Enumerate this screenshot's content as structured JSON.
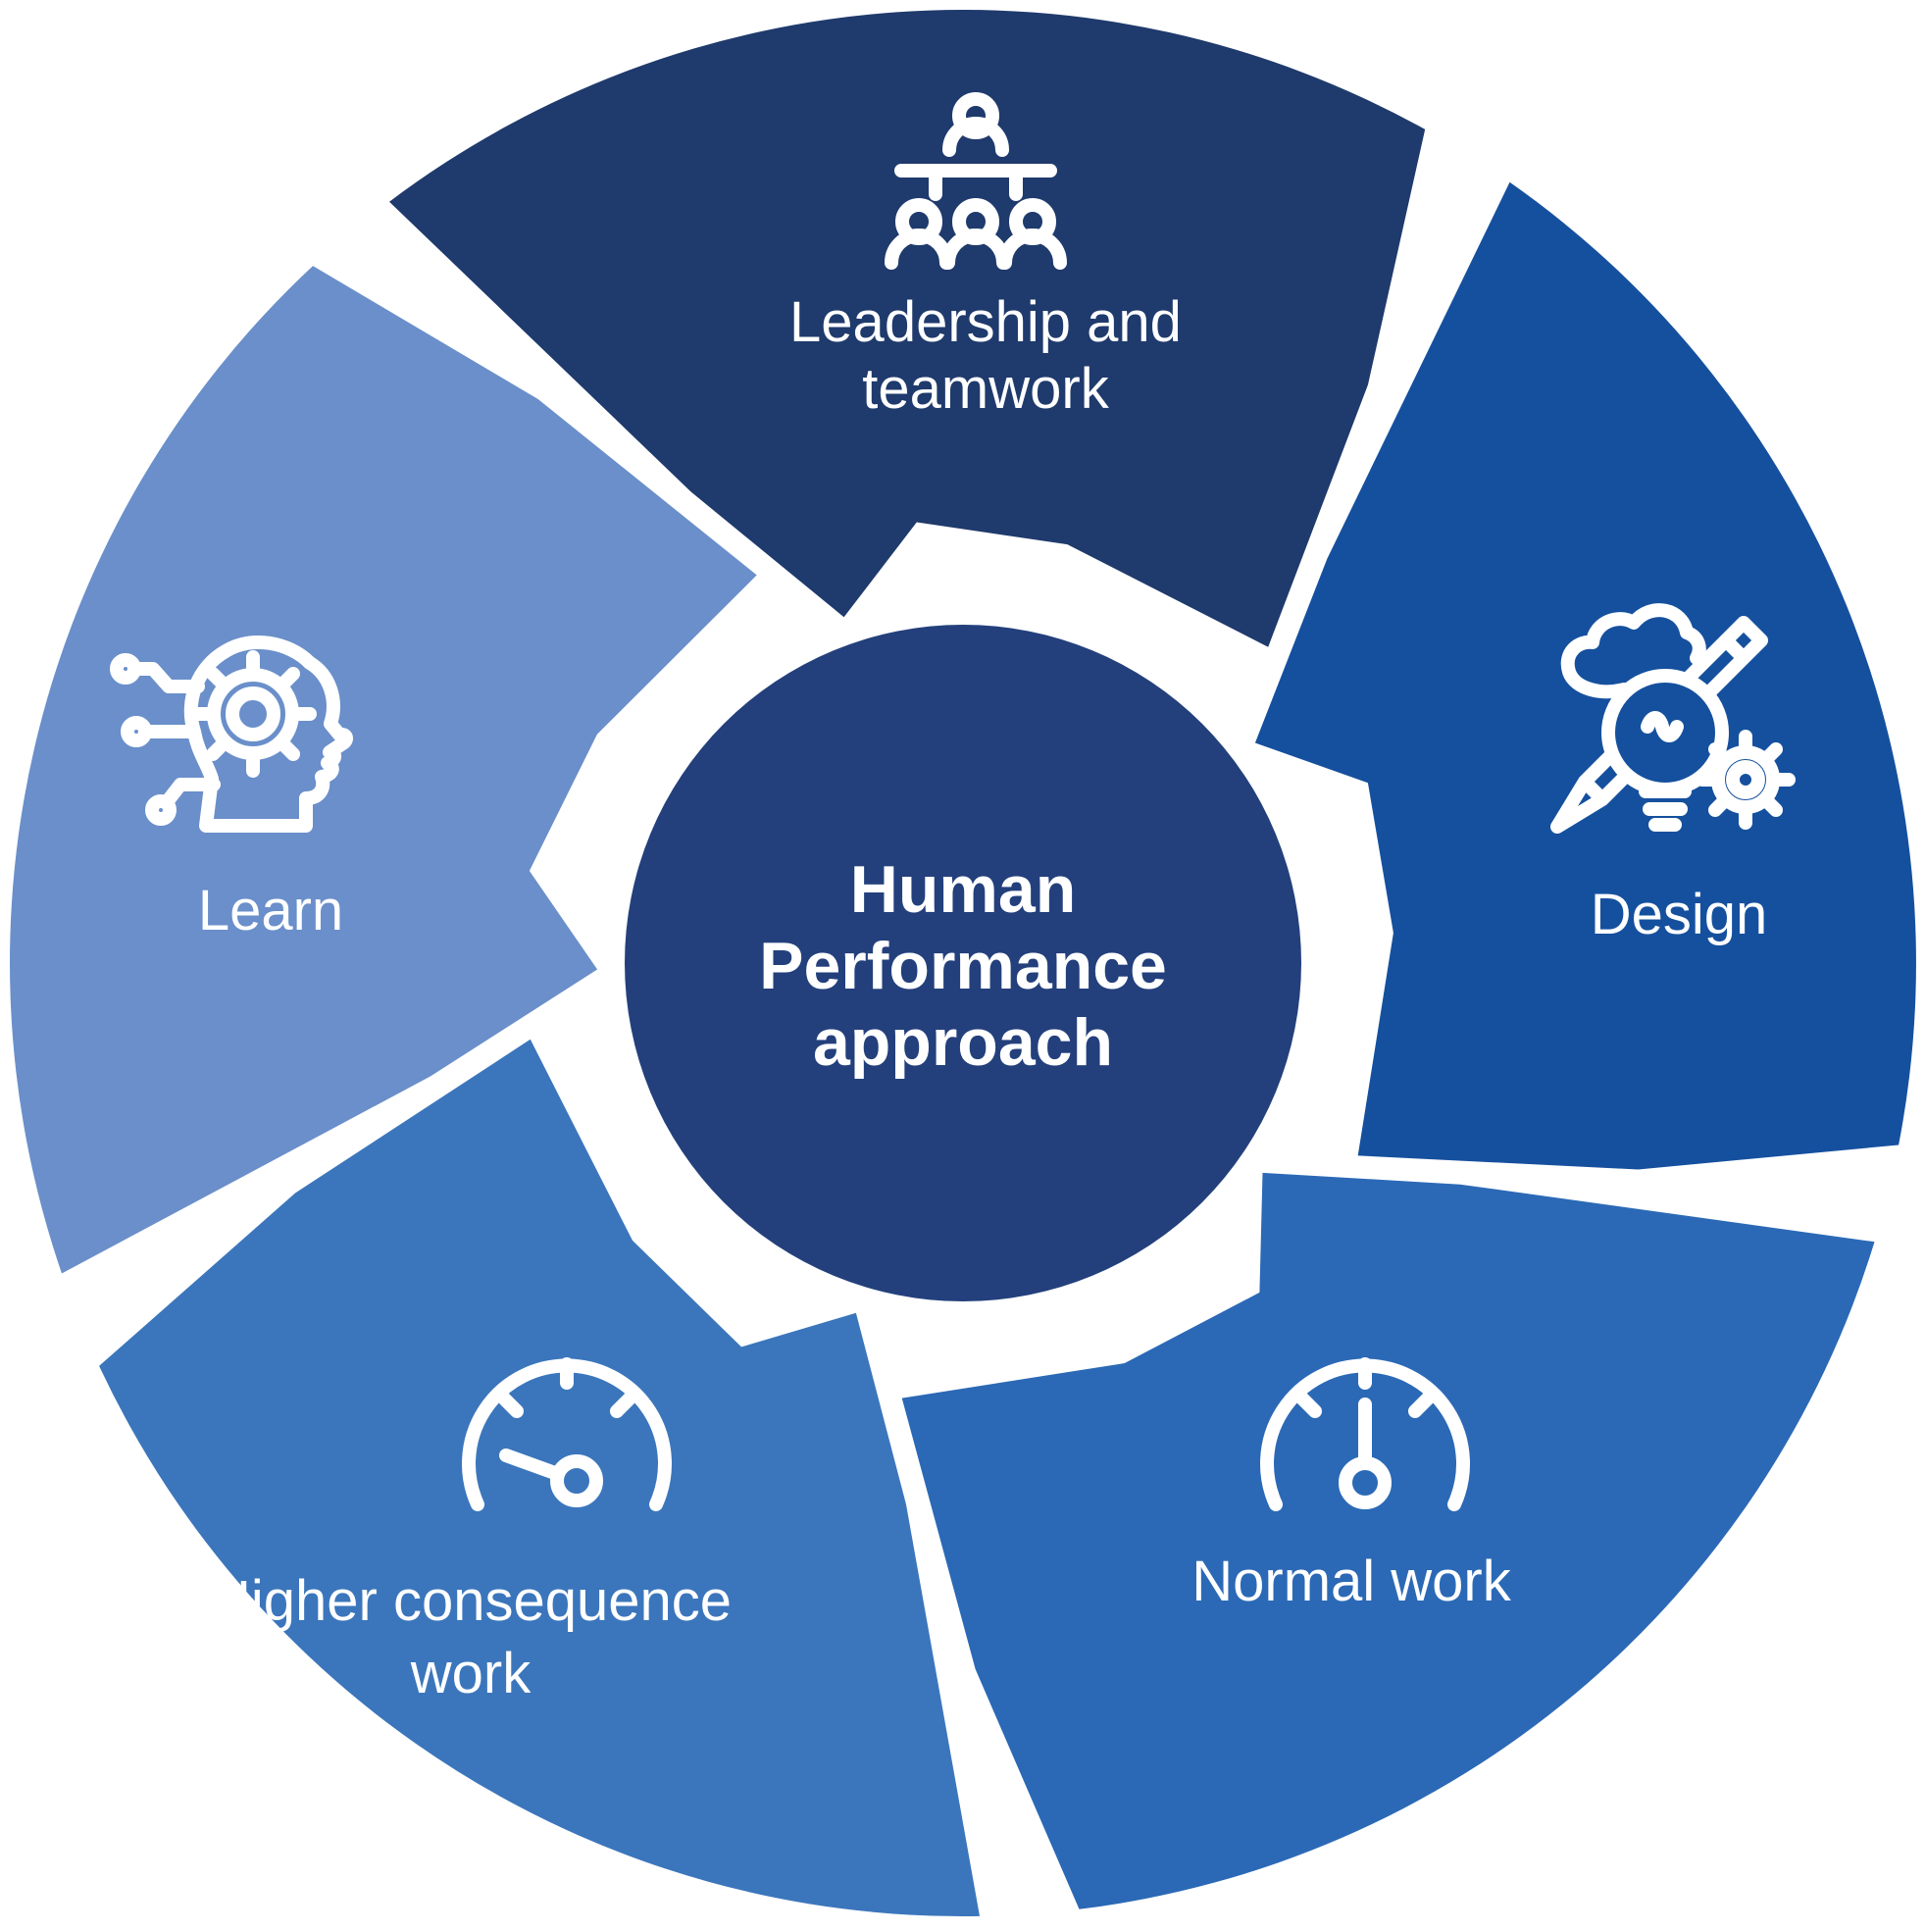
{
  "diagram": {
    "background": "#ffffff",
    "center": {
      "title_lines": [
        "Human",
        "Performance",
        "approach"
      ],
      "color": "#23407C"
    },
    "segments": [
      {
        "id": "leadership-teamwork",
        "label_lines": [
          "Leadership and",
          "teamwork"
        ],
        "color": "#1F3A6C",
        "icon": "team-presentation-icon"
      },
      {
        "id": "design",
        "label_lines": [
          "Design"
        ],
        "color": "#15509E",
        "icon": "design-idea-icon"
      },
      {
        "id": "normal-work",
        "label_lines": [
          "Normal work"
        ],
        "color": "#2B69B6",
        "icon": "gauge-normal-icon"
      },
      {
        "id": "higher-consequence-work",
        "label_lines": [
          "Higher consequence",
          "work"
        ],
        "color": "#3B76BC",
        "icon": "gauge-low-icon"
      },
      {
        "id": "learn",
        "label_lines": [
          "Learn"
        ],
        "color": "#6A8FCA",
        "icon": "mind-gear-icon"
      }
    ]
  }
}
